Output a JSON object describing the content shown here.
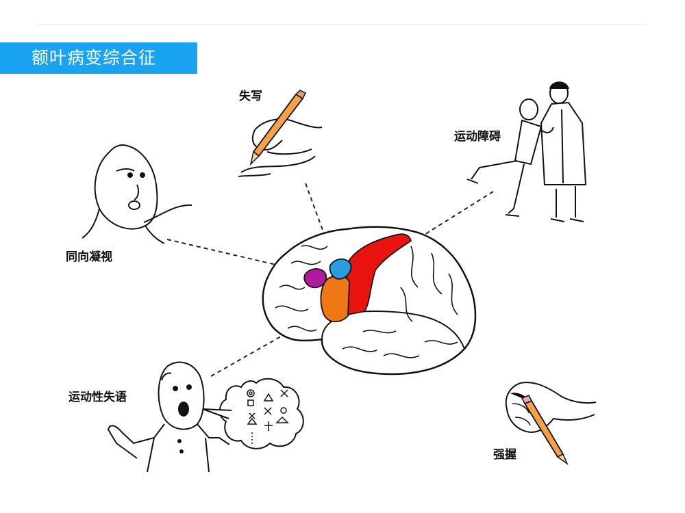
{
  "title": "额叶病变综合征",
  "labels": {
    "agraphia": "失写",
    "motor_disorder": "运动障碍",
    "gaze_deviation": "同向凝视",
    "motor_aphasia": "运动性失语",
    "forced_grasp": "强握"
  },
  "colors": {
    "banner": "#1aa3f0",
    "motor_strip": "#e8140f",
    "premotor_orange": "#f07814",
    "writing_center_blue": "#2a9de0",
    "broca_purple": "#b01a9c"
  },
  "icons": [
    "pencil-icon",
    "writing-hand-icon",
    "doctor-patient-icon",
    "staring-face-icon",
    "confused-man-icon",
    "speech-bubble-icon",
    "grasping-hand-icon",
    "brain-icon"
  ]
}
